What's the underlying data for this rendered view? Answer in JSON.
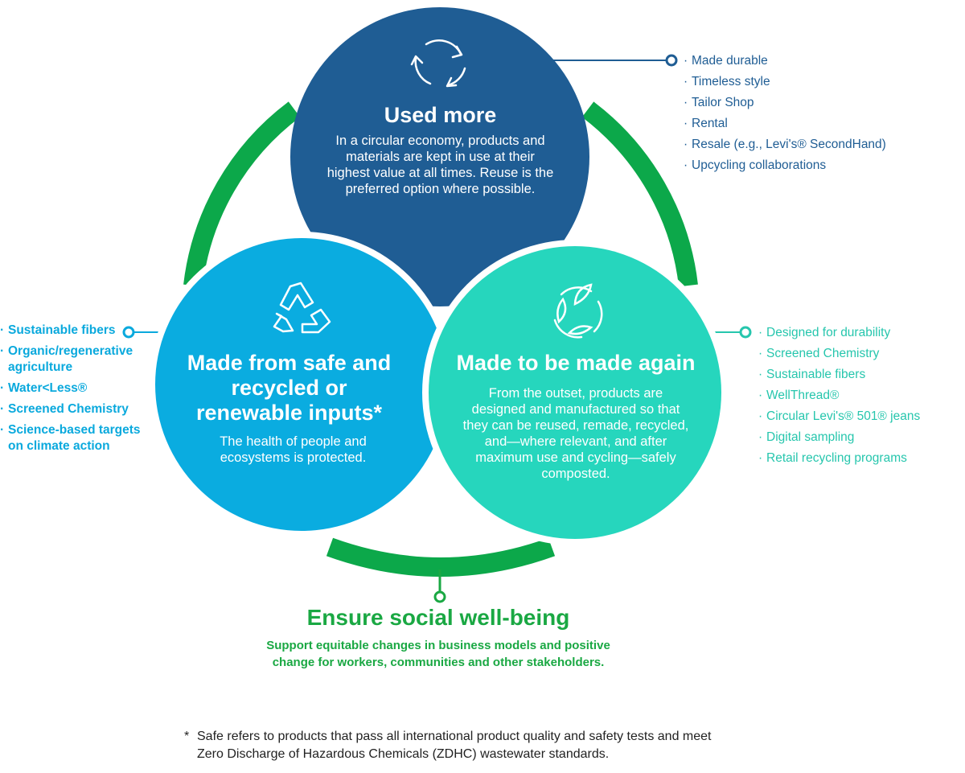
{
  "colors": {
    "ring_green": "#0ca84a",
    "used_more_blue": "#1f5d94",
    "made_from_blue": "#0aace0",
    "made_again_teal": "#26d6bd",
    "social_green": "#1aa843"
  },
  "used_more": {
    "icon": "cycle-arrows-icon",
    "title": "Used more",
    "body": "In a circular economy, products and materials are kept in use at their highest value at all times. Reuse is the preferred option where possible."
  },
  "made_from": {
    "icon": "recycle-icon",
    "title": "Made from safe and recycled or renewable inputs*",
    "body": "The health of people and ecosystems is protected."
  },
  "made_again": {
    "icon": "leaf-cycle-icon",
    "title": "Made to be made again",
    "body": "From the outset, products are designed and manufactured so that they can be reused, remade, recycled, and—where relevant, and after maximum use and cycling—safely composted."
  },
  "top_list": [
    "Made durable",
    "Timeless style",
    "Tailor Shop",
    "Rental",
    "Resale (e.g., Levi's® SecondHand)",
    "Upcycling collaborations"
  ],
  "left_list": [
    "Sustainable fibers",
    "Organic/regenerative agriculture",
    "Water<Less®",
    "Screened Chemistry",
    "Science-based targets on climate action"
  ],
  "right_list": [
    "Designed for durability",
    "Screened Chemistry",
    "Sustainable fibers",
    "WellThread®",
    "Circular Levi's® 501® jeans",
    "Digital sampling",
    "Retail recycling programs"
  ],
  "social": {
    "title": "Ensure social well-being",
    "body": "Support equitable changes in business models and positive change for workers, communities and other stakeholders."
  },
  "footnote": {
    "mark": "*",
    "text": "Safe refers to products that pass all international product quality and safety tests and meet Zero Discharge of Hazardous Chemicals (ZDHC) wastewater standards."
  }
}
